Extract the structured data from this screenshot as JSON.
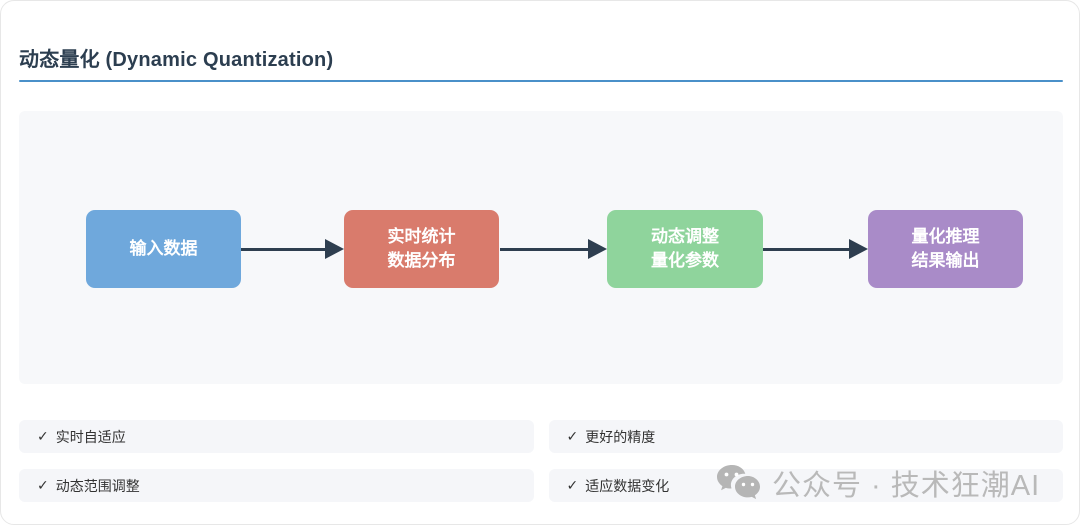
{
  "header": {
    "title": "动态量化 (Dynamic Quantization)",
    "underline_color": "#4a90c9"
  },
  "flow": {
    "arrow_color": "#2e3e4f",
    "nodes": [
      {
        "label": "输入数据",
        "color": "#6fa8dc"
      },
      {
        "label": "实时统计\n数据分布",
        "color": "#d97b6c"
      },
      {
        "label": "动态调整\n量化参数",
        "color": "#8fd49c"
      },
      {
        "label": "量化推理\n结果输出",
        "color": "#a98bc8"
      }
    ]
  },
  "features": [
    {
      "check": "✓",
      "label": "实时自适应"
    },
    {
      "check": "✓",
      "label": "更好的精度"
    },
    {
      "check": "✓",
      "label": "动态范围调整"
    },
    {
      "check": "✓",
      "label": "适应数据变化"
    }
  ],
  "watermark": {
    "icon": "wechat-icon",
    "text": "公众号 · 技术狂潮AI",
    "color": "#b9b9b9"
  }
}
